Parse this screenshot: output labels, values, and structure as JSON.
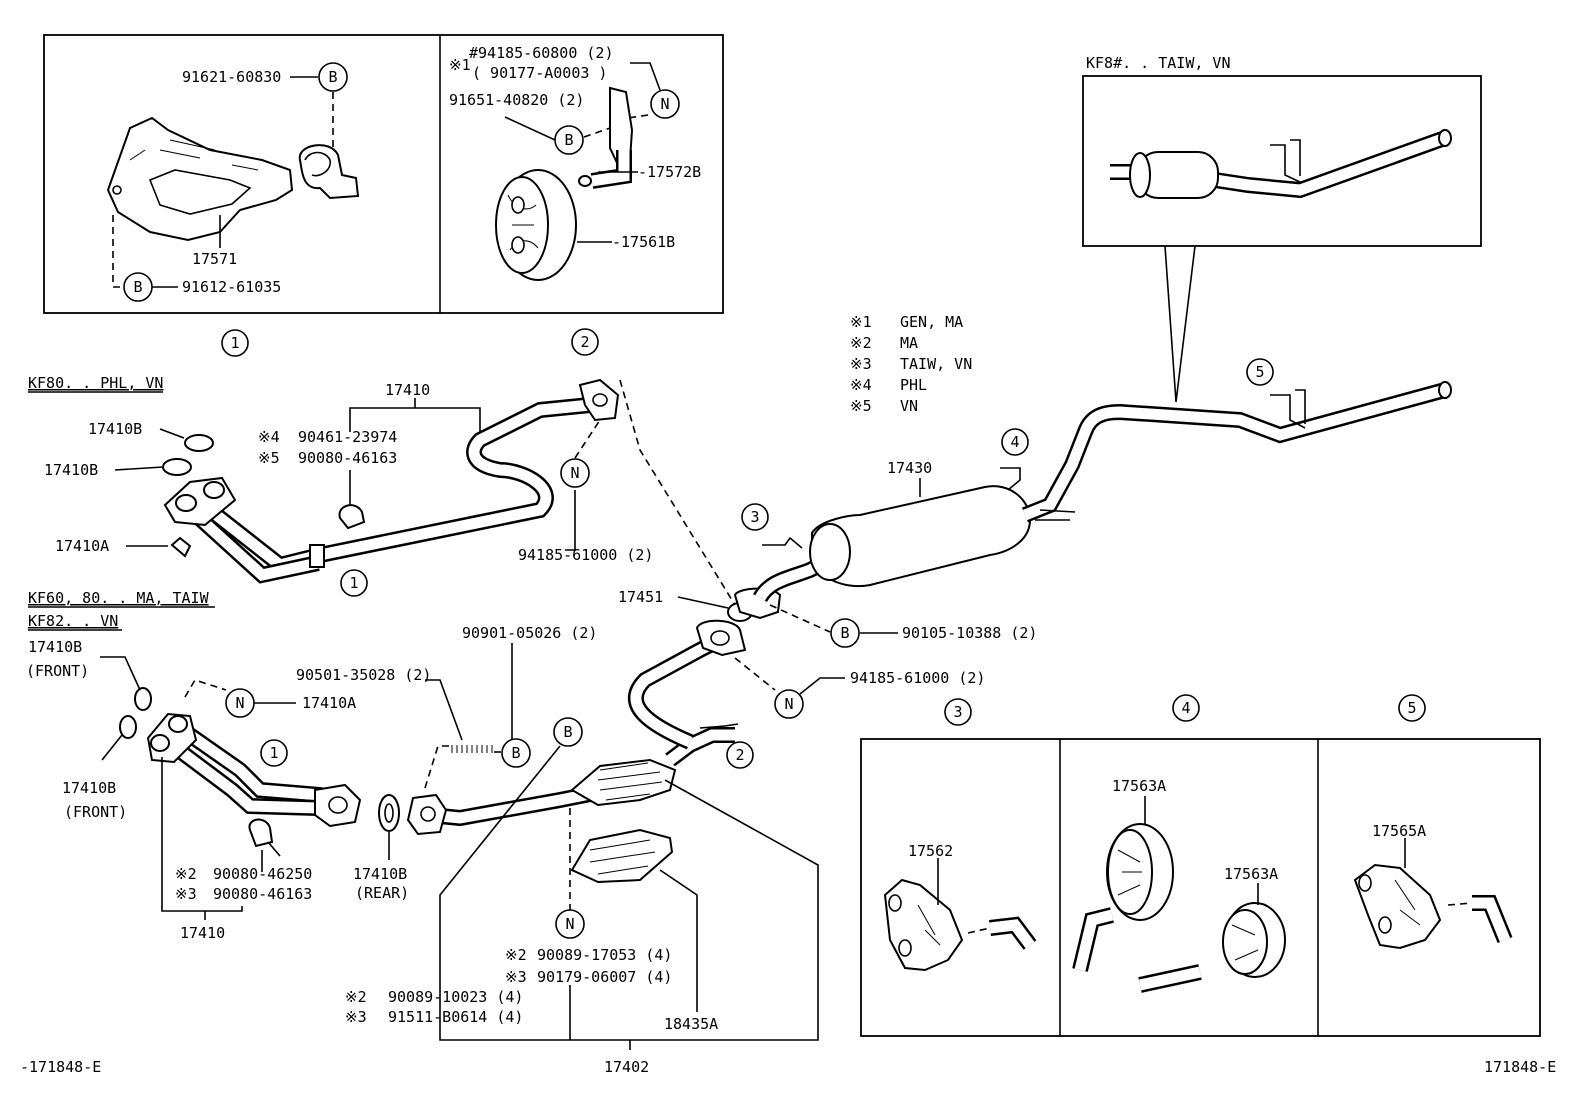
{
  "doc_codes": {
    "left": "-171848-E",
    "right": "171848-E"
  },
  "notes": [
    {
      "mark": "※1",
      "text": "GEN, MA"
    },
    {
      "mark": "※2",
      "text": "MA"
    },
    {
      "mark": "※3",
      "text": "TAIW, VN"
    },
    {
      "mark": "※4",
      "text": "PHL"
    },
    {
      "mark": "※5",
      "text": "VN"
    }
  ],
  "sections": {
    "kf80": "KF80. . PHL, VN",
    "kf60": "KF60, 80. . MA, TAIW",
    "kf82": "KF82. . VN",
    "kf8": "KF8#. . TAIW, VN"
  },
  "symbols": {
    "b": "B",
    "n": "N"
  },
  "circles": [
    "1",
    "2",
    "3",
    "4",
    "5"
  ],
  "detail1": {
    "p1": "91621-60830",
    "p2": "17571",
    "p3": "91612-61035"
  },
  "detail2": {
    "p1_mark": "※1",
    "p1": "#94185-60800 (2)",
    "p1b": "( 90177-A0003 )",
    "p2": "91651-40820 (2)",
    "p3": "-17572B",
    "p4": "-17561B"
  },
  "upper": {
    "p17410": "17410",
    "p17410b_1": "17410B",
    "p17410b_2": "17410B",
    "p17410a": "17410A",
    "n4_mark": "※4",
    "n4": "90461-23974",
    "n5_mark": "※5",
    "n5": "90080-46163",
    "pN": "94185-61000 (2)"
  },
  "lower": {
    "p17410b_front_a": "17410B",
    "front_a": "(FRONT)",
    "p17410b_front_b": "17410B",
    "front_b": "(FRONT)",
    "p17410a": "17410A",
    "n2_mark": "※2",
    "n2": "90080-46250",
    "n3_mark": "※3",
    "n3": "90080-46163",
    "p17410": "17410",
    "p90501": "90501-35028 (2)",
    "p90901": "90901-05026 (2)",
    "p17410b_rear": "17410B",
    "rear": "(REAR)",
    "p17451": "17451",
    "p90105": "90105-10388 (2)",
    "p94185": "94185-61000 (2)",
    "p17430": "17430",
    "c2_mark": "※2",
    "c2": "90089-17053 (4)",
    "c3_mark": "※3",
    "c3": "90179-06007 (4)",
    "b2_mark": "※2",
    "b2": "90089-10023 (4)",
    "b3_mark": "※3",
    "b3": "91511-B0614 (4)",
    "p18435a": "18435A",
    "p17402": "17402"
  },
  "hangers": {
    "p17562": "17562",
    "p17563a_1": "17563A",
    "p17563a_2": "17563A",
    "p17565a": "17565A"
  }
}
